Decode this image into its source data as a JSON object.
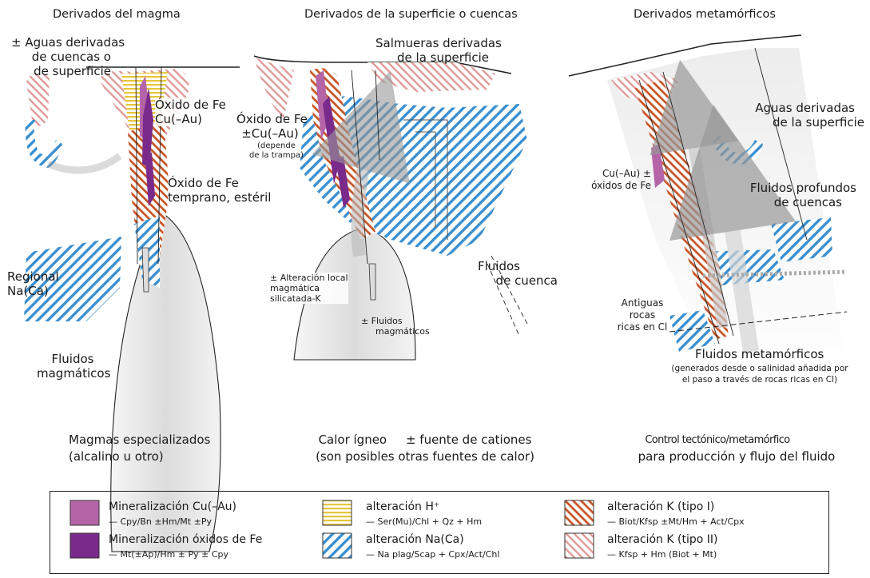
{
  "columns": {
    "magma": "Derivados del magma",
    "surface": "Derivados de la superficie o cuencas",
    "metamorphic": "Derivados metamórficos"
  },
  "panel1": {
    "basin_waters": [
      "± Aguas derivadas",
      "de cuencas o",
      "de superficie"
    ],
    "fe_oxide_cu": [
      "Óxido de Fe",
      "Cu(–Au)"
    ],
    "fe_oxide_early": [
      "Óxido de Fe",
      "temprano, estéril"
    ],
    "regional": [
      "Regional",
      "Na(Ca)"
    ],
    "magmatic_fluids": [
      "Fluidos",
      "magmáticos"
    ],
    "footer": [
      "Magmas especializados",
      "(alcalino u otro)"
    ]
  },
  "panel2": {
    "brines": [
      "Salmueras derivadas",
      "de la superficie"
    ],
    "fe_oxide": [
      "Óxido de Fe",
      "±Cu(–Au)"
    ],
    "depends": [
      "(depende",
      "de la trampa)"
    ],
    "local_alteration": [
      "± Alteración local",
      "magmática",
      "silicatada-K"
    ],
    "magmatic_fluids": [
      "± Fluidos",
      "magmáticos"
    ],
    "basin_fluids": [
      "Fluidos",
      "de cuenca"
    ],
    "footer": [
      "Calor ígneo     ± fuente de cationes",
      "(son posibles otras fuentes de calor)"
    ]
  },
  "panel3": {
    "surface_waters": [
      "Aguas derivadas",
      "de la superficie"
    ],
    "cu_oxides": [
      "Cu(–Au) ±",
      "óxidos de Fe"
    ],
    "deep_fluids": [
      "Fluidos profundos",
      "de cuencas"
    ],
    "old_rocks": [
      "Antiguas",
      "rocas",
      "ricas en Cl"
    ],
    "meta_fluids": "Fluidos metamórficos",
    "meta_note": [
      "(generados desde o salinidad añadida por",
      "el paso a través de rocas ricas en Cl)"
    ],
    "footer": [
      "Control  tectónico/metamórfico",
      "para producción y flujo del fluido"
    ]
  },
  "legend": [
    {
      "key": "cu_min",
      "title": "Mineralización Cu(–Au)",
      "sub": "— Cpy/Bn  ±Hm/Mt  ±Py"
    },
    {
      "key": "h_alt",
      "title": "alteración H⁺",
      "sub": "— Ser(Mu)/Chl + Qz + Hm"
    },
    {
      "key": "k1_alt",
      "title": "alteración K  (tipo I)",
      "sub": "— Biot/Kfsp  ±Mt/Hm + Act/Cpx"
    },
    {
      "key": "fe_min",
      "title": "Mineralización óxidos de Fe",
      "sub": "— Mt(±Ap)/Hm  ± Py  ± Cpy"
    },
    {
      "key": "na_alt",
      "title": "alteración Na(Ca)",
      "sub": "— Na plag/Scap + Cpx/Act/Chl"
    },
    {
      "key": "k2_alt",
      "title": "alteración K  (tipo II)",
      "sub": "— Kfsp + Hm (Biot + Mt)"
    }
  ],
  "colors": {
    "cu_mineralization": "#b565a7",
    "fe_mineralization": "#7a2a8a",
    "h_alteration_stripes": "#e8c63a",
    "na_alteration_stripes": "#3a8fd0",
    "k1_alteration_stripes": "#c8562a",
    "k2_alteration_stripes": "#e09a9a",
    "intrusion_fill": "#e8e8e8"
  }
}
